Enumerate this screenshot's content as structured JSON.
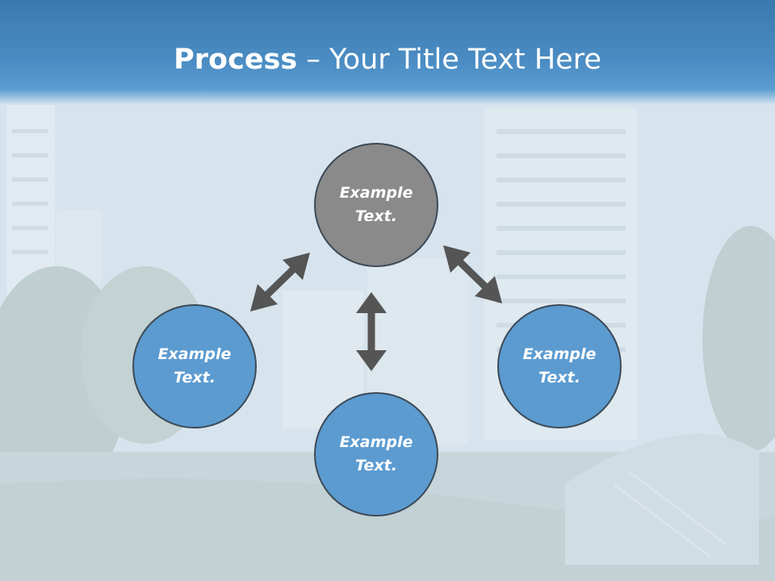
{
  "title": {
    "bold": "Process",
    "rest": " – Your Title Text Here"
  },
  "nodes": {
    "top": {
      "text": "Example Text.",
      "color": "#8a8a8a"
    },
    "left": {
      "text": "Example Text.",
      "color": "#5b9bd0"
    },
    "right": {
      "text": "Example Text.",
      "color": "#5b9bd0"
    },
    "bottom": {
      "text": "Example Text.",
      "color": "#5b9bd0"
    }
  },
  "colors": {
    "header": "#4b8dc4",
    "arrow": "#555555",
    "border": "#3d4a57"
  }
}
